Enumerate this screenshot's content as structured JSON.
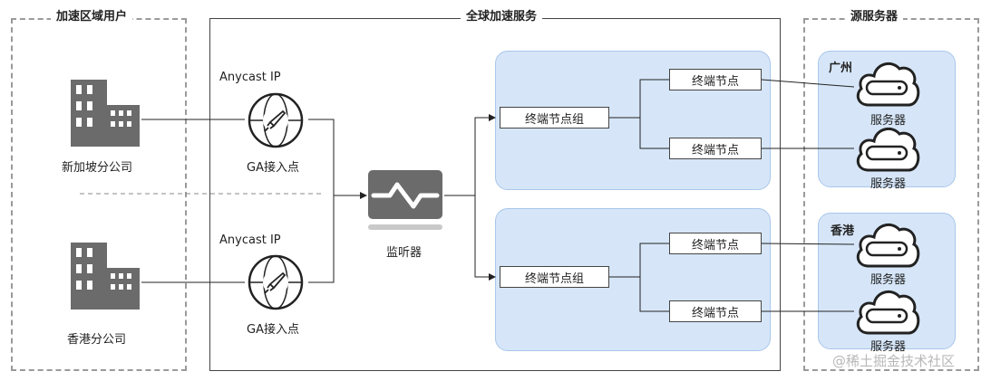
{
  "zones": {
    "users_title": "加速区域用户",
    "ga_title": "全球加速服务",
    "origin_title": "源服务器"
  },
  "users": [
    {
      "label": "新加坡分公司",
      "icon": "building-icon"
    },
    {
      "label": "香港分公司",
      "icon": "building-icon"
    }
  ],
  "access_points": [
    {
      "ip_label": "Anycast IP",
      "label": "GA接入点",
      "icon": "rocket-globe-icon"
    },
    {
      "ip_label": "Anycast IP",
      "label": "GA接入点",
      "icon": "rocket-globe-icon"
    }
  ],
  "listener": {
    "label": "监听器",
    "icon": "listener-wave-icon"
  },
  "node_groups": [
    {
      "label": "终端节点组",
      "nodes": [
        "终端节点",
        "终端节点"
      ],
      "region": "广州",
      "servers": [
        "服务器",
        "服务器"
      ]
    },
    {
      "label": "终端节点组",
      "nodes": [
        "终端节点",
        "终端节点"
      ],
      "region": "香港",
      "servers": [
        "服务器",
        "服务器"
      ]
    }
  ],
  "server_icon": "cloud-server-icon",
  "colors": {
    "panel": "#d6e6f8",
    "icon_gray": "#6b6b6b",
    "dash": "#9a9a9a"
  },
  "watermark": "@稀土掘金技术社区"
}
